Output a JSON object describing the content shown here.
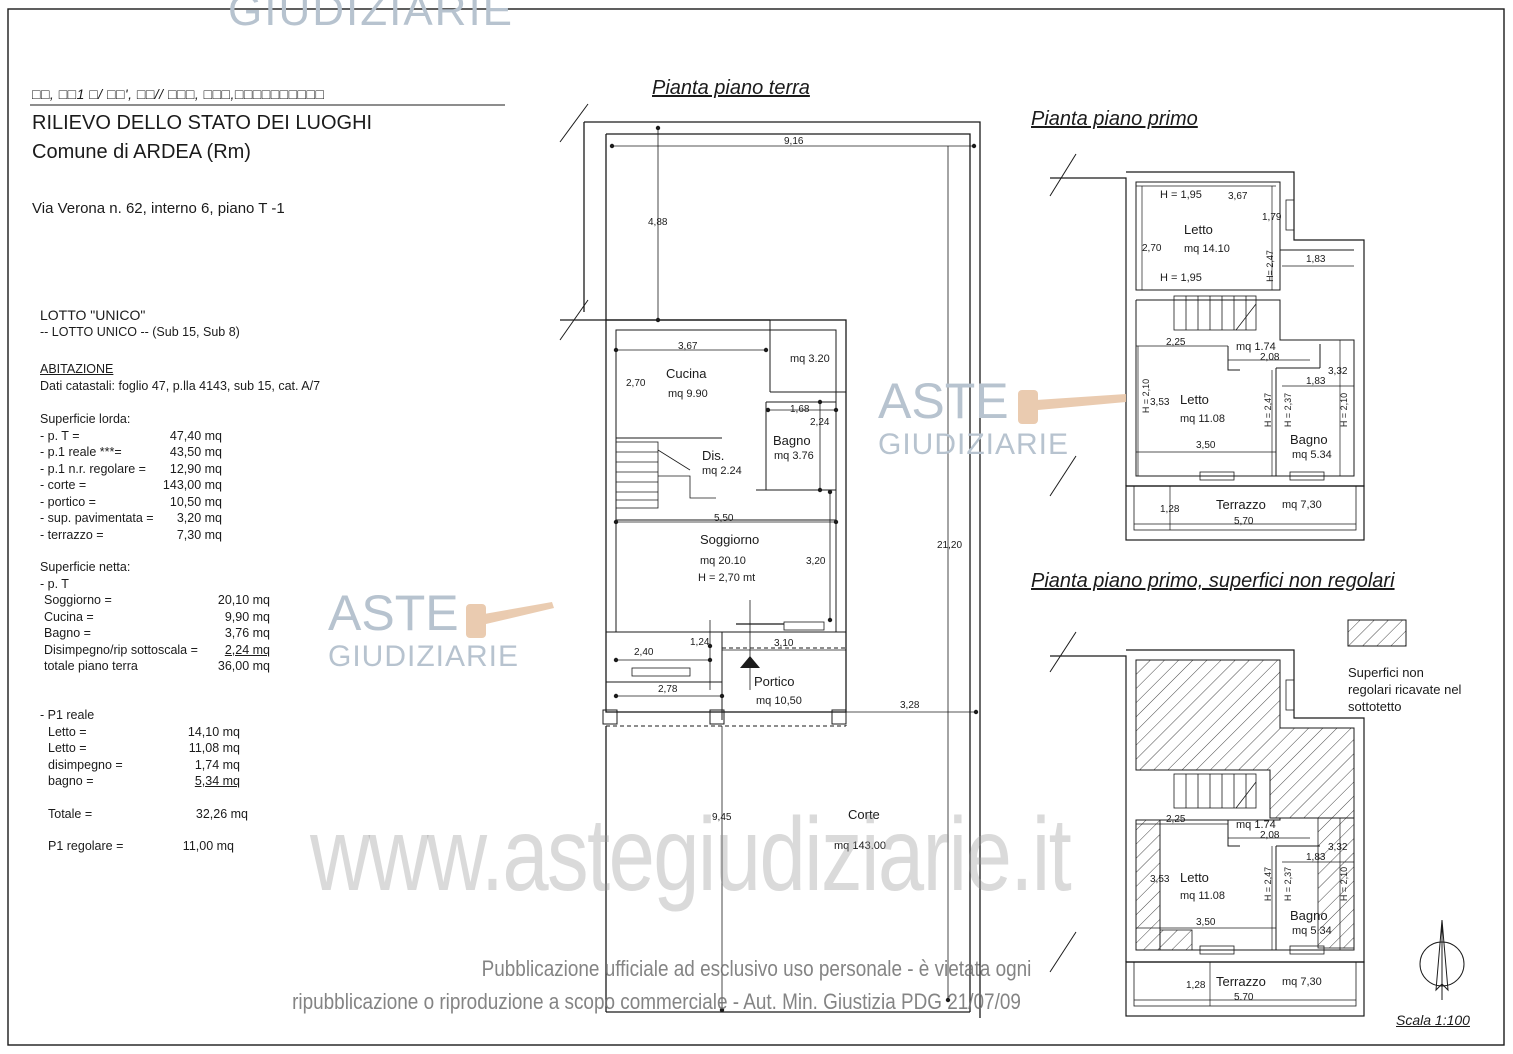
{
  "header": {
    "garbled": "□□, □□1 □/ □□', □□// □□□, □□□,□□□□□□□□□□",
    "title": "RILIEVO DELLO STATO DEI LUOGHI",
    "comune": "Comune di ARDEA (Rm)",
    "address": "Via Verona n. 62, interno  6, piano T -1"
  },
  "lotto": {
    "title": "LOTTO \"UNICO\"",
    "subtitle": "-- LOTTO UNICO -- (Sub 15, Sub 8)"
  },
  "abitazione": {
    "heading": "ABITAZIONE",
    "catastali": "Dati catastali: foglio 47, p.lla 4143, sub 15,  cat. A/7"
  },
  "lorda": {
    "heading": "Superficie lorda:",
    "rows": [
      {
        "k": "- p. T =",
        "v": "47,40 mq"
      },
      {
        "k": "- p.1 reale ***=",
        "v": "43,50 mq"
      },
      {
        "k": "- p.1 n.r. regolare =",
        "v": "12,90 mq"
      },
      {
        "k": "- corte =",
        "v": "143,00 mq"
      },
      {
        "k": "- portico =",
        "v": "10,50 mq"
      },
      {
        "k": "- sup. pavimentata =",
        "v": "3,20 mq"
      },
      {
        "k": "- terrazzo  =",
        "v": "7,30  mq"
      }
    ]
  },
  "netta": {
    "heading": "Superficie netta:",
    "pt": "- p. T",
    "rows": [
      {
        "k": "Soggiorno =",
        "v": "20,10 mq"
      },
      {
        "k": "Cucina =",
        "v": "9,90 mq"
      },
      {
        "k": "Bagno =",
        "v": "3,76 mq"
      },
      {
        "k": "Disimpegno/rip sottoscala =",
        "v": "2,24 mq"
      },
      {
        "k": "totale piano terra",
        "v": "36,00 mq"
      }
    ]
  },
  "p1": {
    "heading": "- P1 reale",
    "rows": [
      {
        "k": "Letto =",
        "v": "14,10 mq"
      },
      {
        "k": "Letto =",
        "v": "11,08 mq"
      },
      {
        "k": "disimpegno =",
        "v": "1,74 mq"
      },
      {
        "k": "bagno =",
        "v": "5,34 mq"
      }
    ],
    "totale_k": "Totale =",
    "totale_v": "32,26 mq",
    "regolare_k": "P1 regolare =",
    "regolare_v": "11,00 mq"
  },
  "titles": {
    "terra": "Pianta piano terra",
    "primo": "Pianta piano primo",
    "non_regolari": "Pianta piano primo, superfici non regolari"
  },
  "terra": {
    "dims": {
      "w": "9,16",
      "h1": "4,88",
      "h_total": "21,20",
      "cucina_w": "3,67",
      "cucina_h": "2,70",
      "bagno_w": "1,68",
      "bagno_h": "2,24",
      "sogg_w": "5,50",
      "sogg_h": "3,20",
      "d124": "1,24",
      "d240": "2,40",
      "d310": "3,10",
      "d278": "2,78",
      "d328": "3,28",
      "d945": "9,45"
    },
    "rooms": {
      "cucina": "Cucina",
      "cucina_mq": "mq 9.90",
      "pav_mq": "mq 3.20",
      "bagno": "Bagno",
      "bagno_mq": "mq 3.76",
      "dis": "Dis.",
      "dis_mq": "mq 2.24",
      "soggiorno": "Soggiorno",
      "soggiorno_mq": "mq 20.10",
      "soggiorno_h": "H = 2,70 mt",
      "portico": "Portico",
      "portico_mq": "mq 10,50",
      "corte": "Corte",
      "corte_mq": "mq 143.00"
    }
  },
  "primo": {
    "dims": {
      "h195a": "H = 1,95",
      "w367": "3,67",
      "d179": "1,79",
      "d270": "2,70",
      "h195b": "H = 1,95",
      "h247a": "H= 2,47",
      "d183a": "1,83",
      "d225": "2,25",
      "d208": "2,08",
      "d332": "3,32",
      "d183b": "1,83",
      "h210a": "H = 2,10",
      "d353": "3,53",
      "h247b": "H = 2,47",
      "h237": "H = 2,37",
      "h210b": "H = 2,10",
      "d350": "3,50",
      "d128": "1,28",
      "d570": "5,70"
    },
    "rooms": {
      "letto1": "Letto",
      "letto1_mq": "mq 14.10",
      "dis_mq": "mq 1.74",
      "letto2": "Letto",
      "letto2_mq": "mq 11.08",
      "bagno": "Bagno",
      "bagno_mq": "mq 5.34",
      "terrazzo": "Terrazzo",
      "terrazzo_mq": "mq 7,30"
    }
  },
  "non_regolari": {
    "legend": [
      "Superfici non",
      "regolari ricavate nel",
      "sottotetto"
    ],
    "dims": {
      "d225": "2,25",
      "d208": "2,08",
      "d332": "3,32",
      "d183": "1,83",
      "d353": "3,53",
      "h247": "H = 2,47",
      "h237": "H = 2,37",
      "h210": "H = 2,10",
      "d350": "3,50",
      "d128": "1,28",
      "d570": "5.70"
    },
    "rooms": {
      "dis_mq": "mq 1.74",
      "letto": "Letto",
      "letto_mq": "mq 11.08",
      "bagno": "Bagno",
      "bagno_mq": "mq 5.34",
      "terrazzo": "Terrazzo",
      "terrazzo_mq": "mq 7,30"
    }
  },
  "scale": "Scala 1:100",
  "watermarks": {
    "aste": "ASTE",
    "giudiziarie": "GIUDIZIARIE",
    "url": "www.astegiudiziarie.it",
    "notice1": "Pubblicazione ufficiale ad esclusivo uso personale - è vietata ogni",
    "notice2": "ripubblicazione o riproduzione a scopo commerciale - Aut. Min. Giustizia PDG 21/07/09"
  },
  "colors": {
    "line": "#1b1b1b",
    "watermark": "#b7c3cf",
    "gavel": "#e8c6a8"
  }
}
